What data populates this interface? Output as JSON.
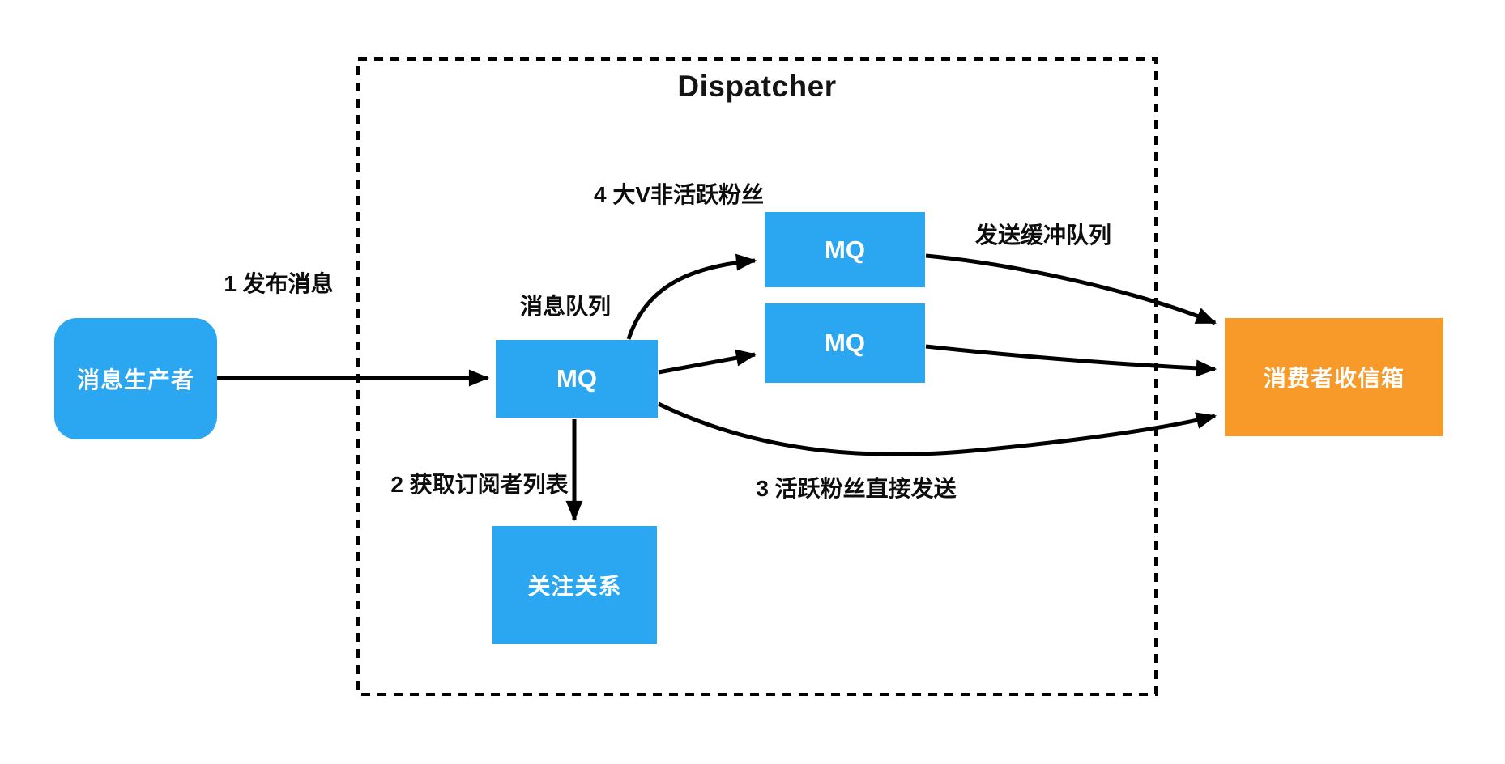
{
  "diagram": {
    "title": "Dispatcher",
    "nodes": {
      "producer": {
        "label": "消息生产者"
      },
      "mq_center": {
        "label": "MQ"
      },
      "mq_top": {
        "label": "MQ"
      },
      "mq_mid": {
        "label": "MQ"
      },
      "follow": {
        "label": "关注关系"
      },
      "inbox": {
        "label": "消费者收信箱"
      }
    },
    "labels": {
      "step1": "1 发布消息",
      "queue": "消息队列",
      "step2": "2 获取订阅者列表",
      "step3": "3 活跃粉丝直接发送",
      "step4": "4 大V非活跃粉丝",
      "buffer": "发送缓冲队列"
    },
    "colors": {
      "node_blue": "#2AA7F0",
      "node_orange": "#F79A29",
      "line": "#000000",
      "text_on_node": "#FFFFFF"
    }
  }
}
